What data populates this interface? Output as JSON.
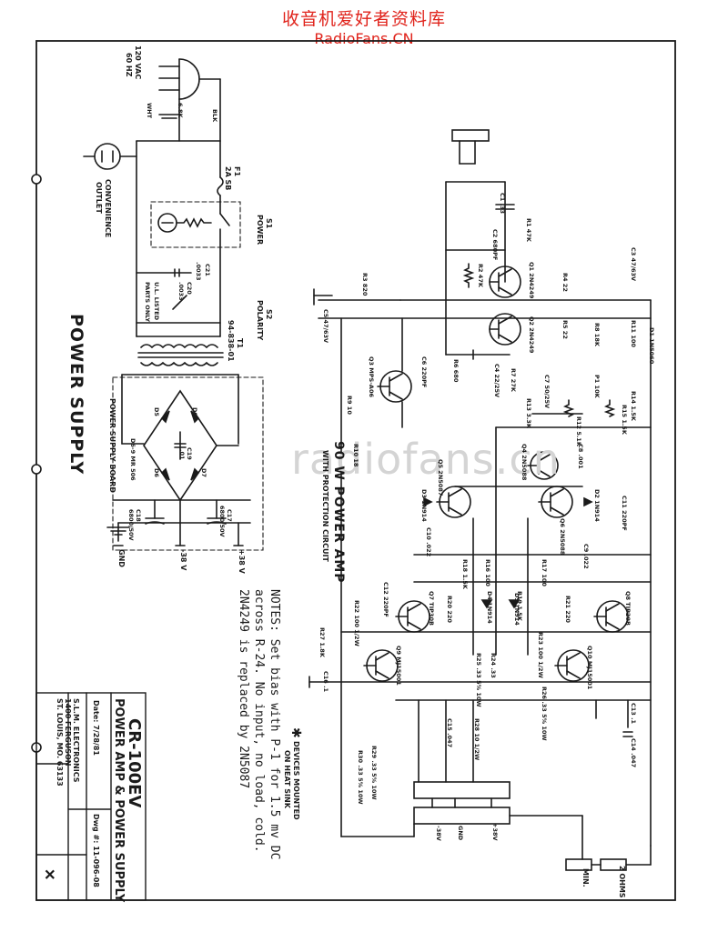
{
  "watermark": {
    "chinese": "收音机爱好者资料库",
    "site": "RadioFans.CN",
    "middle": "radiofans.cn"
  },
  "power_section": {
    "title": "POWER SUPPLY",
    "ac_input": [
      "120 VAC",
      "60 HZ"
    ],
    "ac_wires": {
      "white": "WHT",
      "black": "BLK"
    },
    "outlet": [
      "CONVENIENCE",
      "OUTLET"
    ],
    "fuse": [
      "F1",
      "2A SB"
    ],
    "switch_s1": [
      "S1",
      "POWER"
    ],
    "switch_s2": [
      "S2",
      "POLARITY"
    ],
    "ul_note": [
      "U.L. LISTED",
      "PARTS ONLY"
    ],
    "c21": [
      "C21",
      ".0033"
    ],
    "c20": [
      "C20",
      ".0033"
    ],
    "resistor": "6.8K",
    "transformer": [
      "T1",
      "94-838-01"
    ],
    "board_label": "POWER SUPPLY BOARD",
    "diodes": [
      "D5",
      "D6",
      "D7",
      "D8",
      "D6-9  MR 506"
    ],
    "c19": [
      "C19",
      ".01"
    ],
    "c18": [
      "C18",
      "6800/50V"
    ],
    "c17": [
      "C17",
      "6800/50V"
    ],
    "rails": [
      "+38 V",
      "-38 V",
      "GND"
    ]
  },
  "amp_section": {
    "title": "90 W POWER AMP",
    "subtitle": "WITH PROTECTION CIRCUIT",
    "components": [
      "C1 .33",
      "R1 47K",
      "C2 680PF",
      "R2 47K",
      "Q1 2N4249",
      "Q2 2N4249",
      "R3 820",
      "R4 22",
      "R5 22",
      "R6 680",
      "R7 27K",
      "R8 18K",
      "C3 47/63V",
      "C4 22/25V",
      "C5 47/63V",
      "C6 220PF",
      "Q3 MPS-A06",
      "R9 10",
      "R10 18",
      "C7 50/25V",
      "P1 10K",
      "R11 100",
      "D1 1N5060",
      "R12 5.1K",
      "R13 3.3K",
      "R14 1.5K",
      "R15 1.5K",
      "C8 .001",
      "Q4 2N5088",
      "Q5 2N5087",
      "Q6 2N5088",
      "D2 1N914",
      "D3 1N914",
      "C9 .022",
      "C10 .022",
      "C11 220PF",
      "C12 220PF",
      "Q7 TIP30B",
      "Q8 TIP29B",
      "Q9 MJ15001",
      "Q10 MJ15001",
      "R16 100",
      "R17 100",
      "R18 1.5K",
      "R19 1.5K",
      "R20 220",
      "R21 220",
      "R22 100 1/2W",
      "R23 100 1/2W",
      "R24 .33",
      "R25 .33 5% 10W",
      "R26 .33 5% 10W",
      "R27 1.8K",
      "C13 .1",
      "C14 .047",
      "C15 .047",
      "C16 .1",
      "R28 10 1/2W",
      "R29 .33 5% 10W",
      "R30 .33 5% 10W",
      "D4 1N914",
      "D5 1N914"
    ],
    "terminals": [
      "+38V",
      "GND",
      "-38V"
    ],
    "load": [
      "2 OHMS",
      "MIN."
    ],
    "legend_star": "✱",
    "legend_text": [
      "DEVICES MOUNTED",
      "ON HEAT SINK"
    ]
  },
  "notes": {
    "heading": "NOTES:",
    "lines": [
      "NOTES: Set bias with P-1 for 1.5 mv DC",
      "across R-24. No input, no load, cold.",
      "2N4249 is replaced by 2N5087"
    ]
  },
  "title_block": {
    "model": "CR-100EV",
    "title": "POWER AMP & POWER SUPPLY",
    "date": "Date: 7/28/81",
    "dwg_no": "Dwg #: 11-096-08",
    "company": [
      "S.L.M. ELECTRONICS",
      "1400 FERGUSON",
      "ST. LOUIS, MO.  63133"
    ],
    "mark": "✕"
  }
}
